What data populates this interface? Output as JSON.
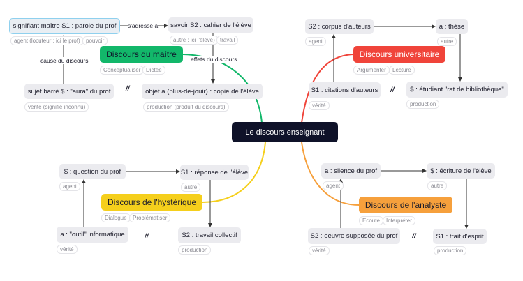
{
  "center": "Le discours enseignant",
  "colors": {
    "maitre": "#12b76a",
    "universitaire": "#f0443a",
    "hysterique": "#f5cf1c",
    "analyste": "#f6a03c",
    "center": "#0f1229"
  },
  "separator": "//",
  "maitre": {
    "title": "Discours du maître",
    "tags": [
      "Conceptualiser",
      "Dictée"
    ],
    "agent": {
      "text": "signifiant maître S1 : parole du prof",
      "tags": [
        "agent (locuteur : ici le prof)",
        "pouvoir"
      ]
    },
    "autre": {
      "text": "savoir S2 : cahier de l'élève",
      "tags": [
        "autre : ici l'élève)",
        "travail"
      ]
    },
    "verite": {
      "text": "sujet barré $ : \"aura\" du prof",
      "tags": [
        "vérité (signifié inconnu)"
      ]
    },
    "production": {
      "text": "objet a (plus-de-jouir) : copie de l'élève",
      "tags": [
        "production (produit du discours)"
      ]
    },
    "links": {
      "adresse": "s'adresse à",
      "cause": "cause du discours",
      "effets": "effets du discours"
    }
  },
  "universitaire": {
    "title": "Discours universitaire",
    "tags": [
      "Argumenter",
      "Lecture"
    ],
    "agent": {
      "text": "S2 : corpus d'auteurs",
      "tags": [
        "agent"
      ]
    },
    "autre": {
      "text": "a : thèse",
      "tags": [
        "autre"
      ]
    },
    "verite": {
      "text": "S1 : citations d'auteurs",
      "tags": [
        "vérité"
      ]
    },
    "production": {
      "text": "$ : étudiant \"rat de bibliothèque\"",
      "tags": [
        "production"
      ]
    }
  },
  "hysterique": {
    "title": "Discours de l'hystérique",
    "tags": [
      "Dialogue",
      "Problématiser"
    ],
    "agent": {
      "text": "$ : question du prof",
      "tags": [
        "agent"
      ]
    },
    "autre": {
      "text": "S1 : réponse de l'élève",
      "tags": [
        "autre"
      ]
    },
    "verite": {
      "text": "a : \"outil\" informatique",
      "tags": [
        "vérité"
      ]
    },
    "production": {
      "text": "S2 : travail collectif",
      "tags": [
        "production"
      ]
    }
  },
  "analyste": {
    "title": "Discours de l'analyste",
    "tags": [
      "Ecoute",
      "Interpréter"
    ],
    "agent": {
      "text": "a : silence du prof",
      "tags": [
        "agent"
      ]
    },
    "autre": {
      "text": "$ : écriture de l'élève",
      "tags": [
        "autre"
      ]
    },
    "verite": {
      "text": "S2 : oeuvre supposée du prof",
      "tags": [
        "vérité"
      ]
    },
    "production": {
      "text": "S1 : trait d'esprit",
      "tags": [
        "production"
      ]
    }
  }
}
